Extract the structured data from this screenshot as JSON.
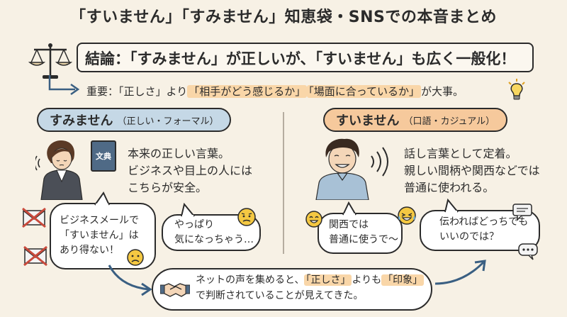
{
  "title": "「すいません」「すみません」知恵袋・SNSでの本音まとめ",
  "conclusion": {
    "prefix": "結論：「すみません」が正しいが、",
    "highlight": "「すいません」も広く一般化！"
  },
  "important": {
    "prefix": "重要：「正しさ」より",
    "highlight1": "「相手がどう感じるか」",
    "highlight2": "「場面に合っているか」",
    "suffix": "が大事。"
  },
  "left": {
    "heading": "すみません",
    "subheading": "（正しい・フォーマル）",
    "book_label": "文典",
    "description": [
      "本来の正しい言葉。",
      "ビジネスや目上の人には",
      "こちらが安全。"
    ],
    "bubble1": [
      "ビジネスメールで",
      "「すいません」は",
      "あり得ない！"
    ],
    "bubble2": [
      "やっぱり",
      "気になっちゃう…"
    ]
  },
  "right": {
    "heading": "すいません",
    "subheading": "（口語・カジュアル）",
    "description": [
      "話し言葉として定着。",
      "親しい間柄や関西などでは",
      "普通に使われる。"
    ],
    "bubble1": [
      "関西では",
      "普通に使うで〜"
    ],
    "bubble2": [
      "伝わればどっちでも",
      "いいのでは？"
    ]
  },
  "bottom": {
    "line1_prefix": "ネットの声を集めると、",
    "line1_hl1": "「正しさ」",
    "line1_mid": "よりも",
    "line1_hl2": "「印象」",
    "line2": "で判断されていることが見えてきた。"
  },
  "colors": {
    "background": "#f7f1e5",
    "left_pill": "#c5d8e6",
    "right_pill": "#f6c99c",
    "highlight": "#f9d6a8",
    "emoji": "#f4c842",
    "cross": "#c94a3c"
  }
}
